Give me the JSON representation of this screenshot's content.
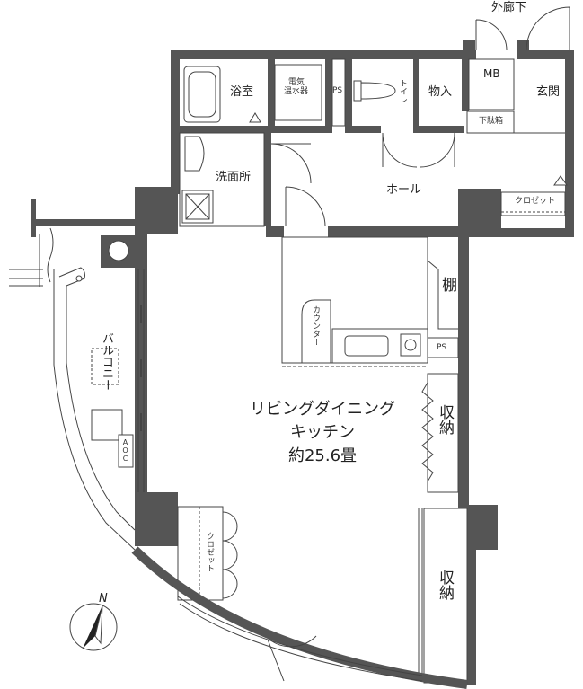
{
  "plan": {
    "outer_corridor": "外廊下",
    "rooms": {
      "bath": "浴室",
      "water_heater_line1": "電気",
      "water_heater_line2": "温水器",
      "ps_upper": "PS",
      "toilet": "トイレ",
      "storage_small": "物入",
      "mb": "MB",
      "entrance": "玄関",
      "shoe_box": "下駄箱",
      "washroom": "洗面所",
      "hall": "ホール",
      "closet_hall": "クロゼット",
      "shelf": "棚",
      "counter": "カウンター",
      "ps_kitchen": "PS",
      "balcony": "バルコニー",
      "aoc": "AOC",
      "ldk_line1": "リビングダイニング",
      "ldk_line2": "キッチン",
      "ldk_line3": "約25.6畳",
      "storage_upper": "収納",
      "storage_lower": "収納",
      "closet_ldk": "クロゼット"
    },
    "compass": "N"
  }
}
